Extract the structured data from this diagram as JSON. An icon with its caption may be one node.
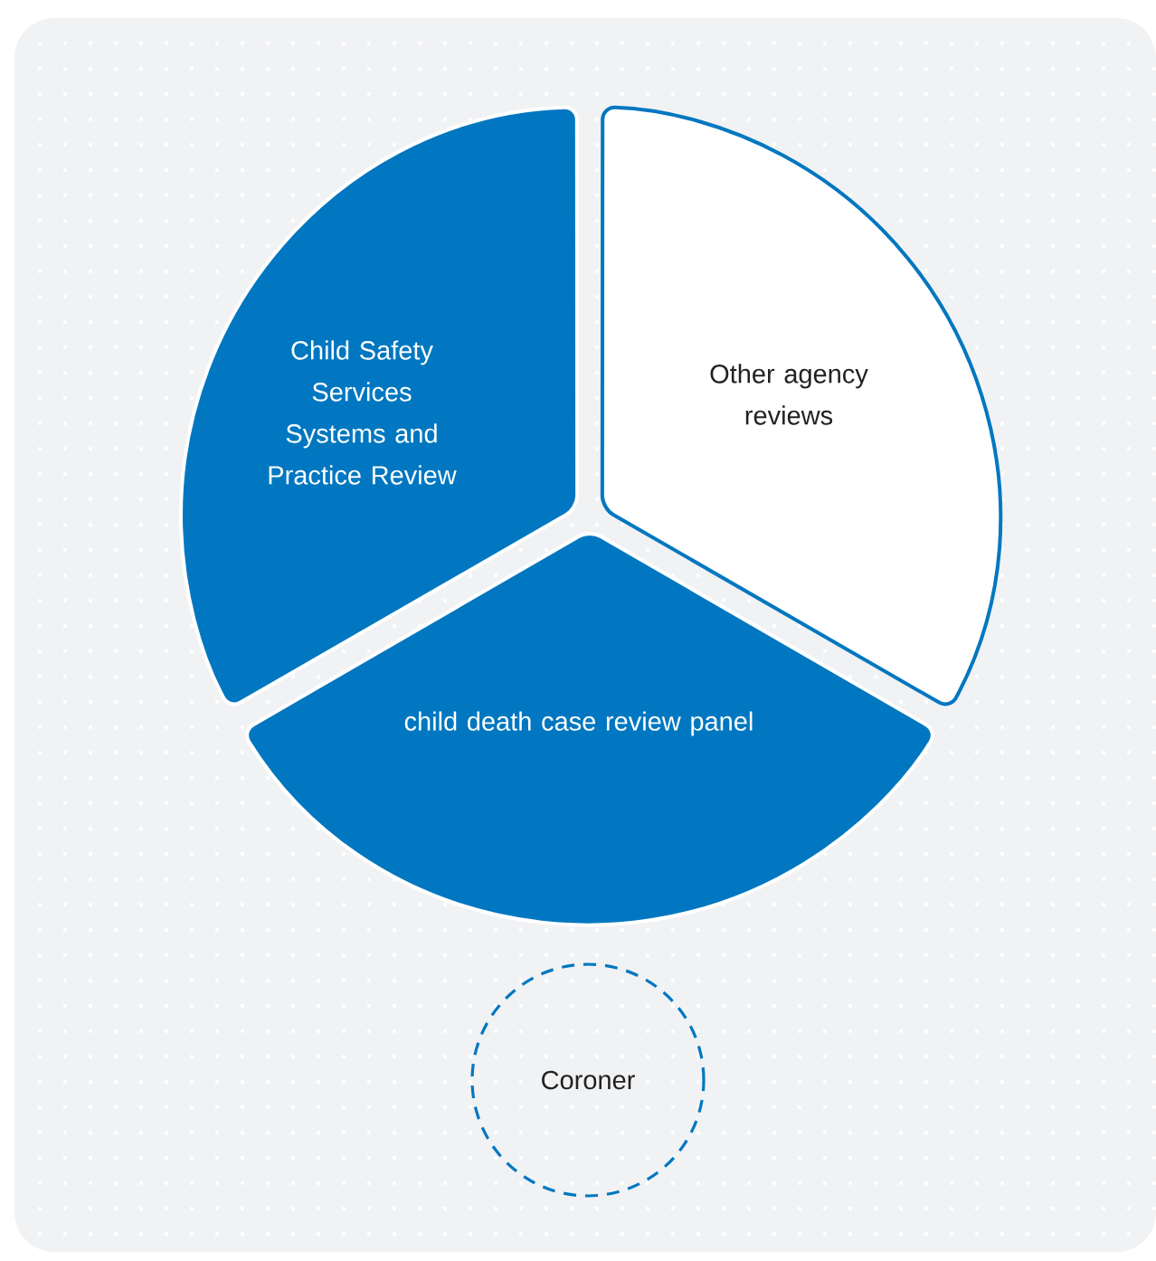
{
  "diagram": {
    "nodes": [
      {
        "text": [
          "Child Safety Services Systems and Practice Review"
        ]
      },
      {
        "text": [
          "Other agency reviews"
        ]
      },
      {
        "text": [
          "child death case review panel"
        ]
      },
      {
        "text": [
          "Coroner"
        ]
      }
    ]
  }
}
